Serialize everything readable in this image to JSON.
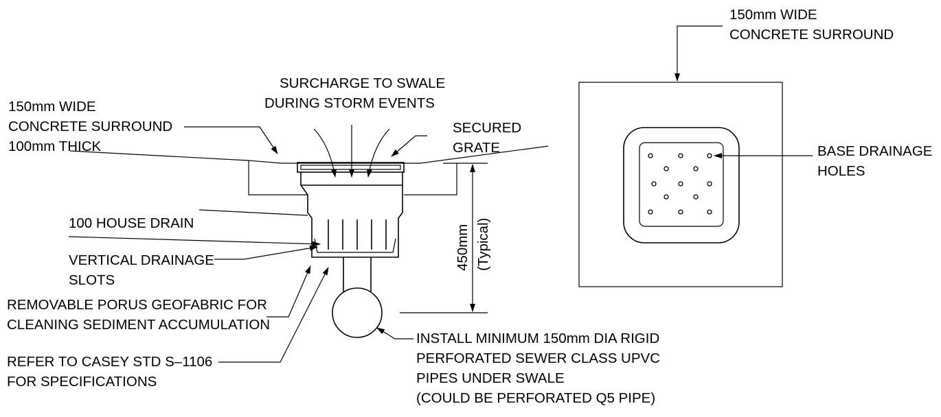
{
  "colors": {
    "ink": "#000000",
    "background": "#ffffff"
  },
  "labels": {
    "surround_left": [
      "150mm WIDE",
      "CONCRETE SURROUND",
      "100mm THICK"
    ],
    "surcharge": [
      "SURCHARGE TO SWALE",
      "DURING STORM EVENTS"
    ],
    "secured_grate": [
      "SECURED",
      "GRATE"
    ],
    "house_drain": "100 HOUSE DRAIN",
    "vertical_slots": [
      "VERTICAL DRAINAGE",
      "SLOTS"
    ],
    "geofabric": [
      "REMOVABLE PORUS GEOFABRIC FOR",
      "CLEANING SEDIMENT ACCUMULATION"
    ],
    "refer": [
      "REFER TO CASEY STD S–1106",
      "FOR SPECIFICATIONS"
    ],
    "pipe": [
      "INSTALL MINIMUM 150mm DIA RIGID",
      "PERFORATED SEWER CLASS UPVC",
      "PIPES UNDER SWALE",
      "(COULD BE PERFORATED Q5 PIPE)"
    ],
    "dimension": [
      "450mm",
      "(Typical)"
    ],
    "surround_plan": [
      "150mm WIDE",
      "CONCRETE SURROUND"
    ],
    "base_holes": [
      "BASE DRAINAGE",
      "HOLES"
    ]
  }
}
